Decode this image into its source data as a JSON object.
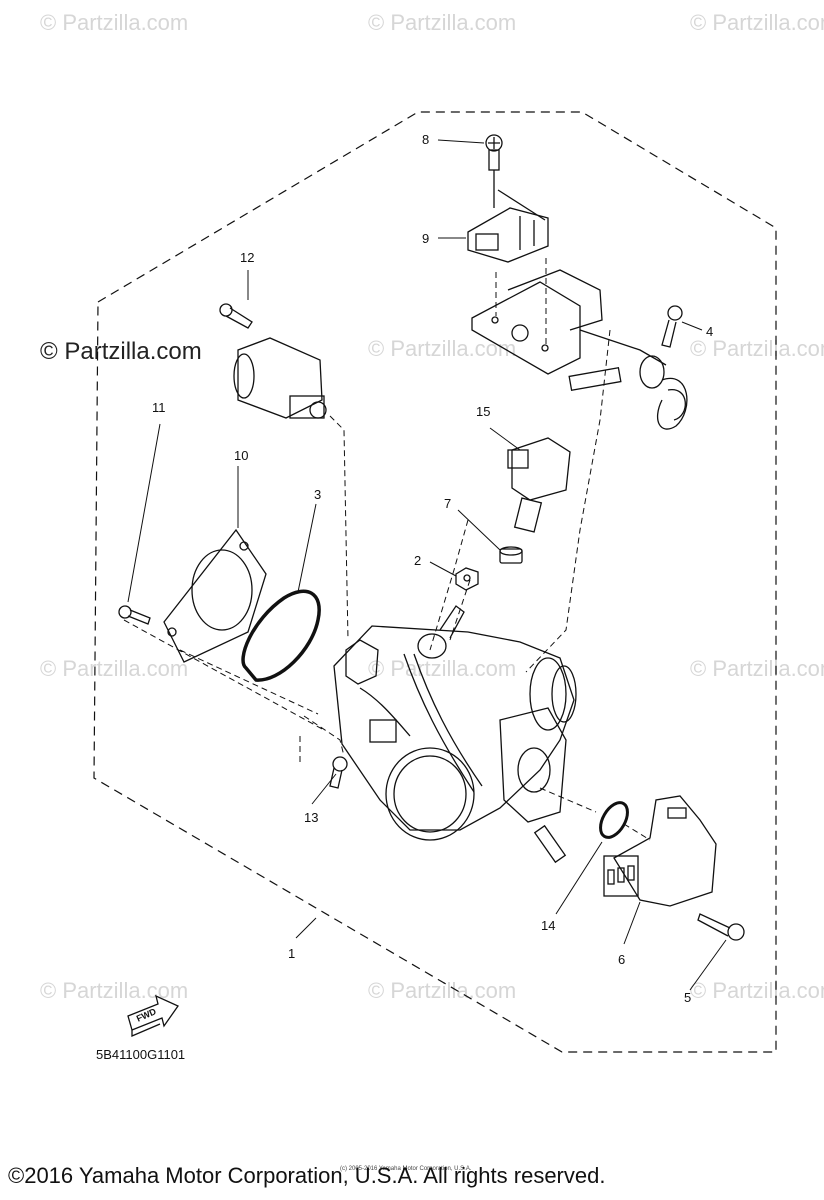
{
  "watermarks": [
    "© Partzilla.com",
    "© Partzilla.com",
    "© Partzilla.com",
    "© Partzilla.com",
    "© Partzilla.com",
    "© Partzilla.com",
    "© Partzilla.com",
    "© Partzilla.com",
    "© Partzilla.com",
    "© Partzilla.com",
    "© Partzilla.com",
    "© Partzilla.com"
  ],
  "watermark_main": "© Partzilla.com",
  "callouts": [
    "1",
    "2",
    "3",
    "4",
    "5",
    "6",
    "7",
    "8",
    "9",
    "10",
    "11",
    "12",
    "13",
    "14",
    "15"
  ],
  "fwd_label": "FWD",
  "diagram_code": "5B41100G1101",
  "footer": {
    "copyright": "©2016 Yamaha Motor Corporation, U.S.A. All rights reserved.",
    "small_print": "(c) 2005-2016 Yamaha Motor Corporation, U.S.A."
  }
}
